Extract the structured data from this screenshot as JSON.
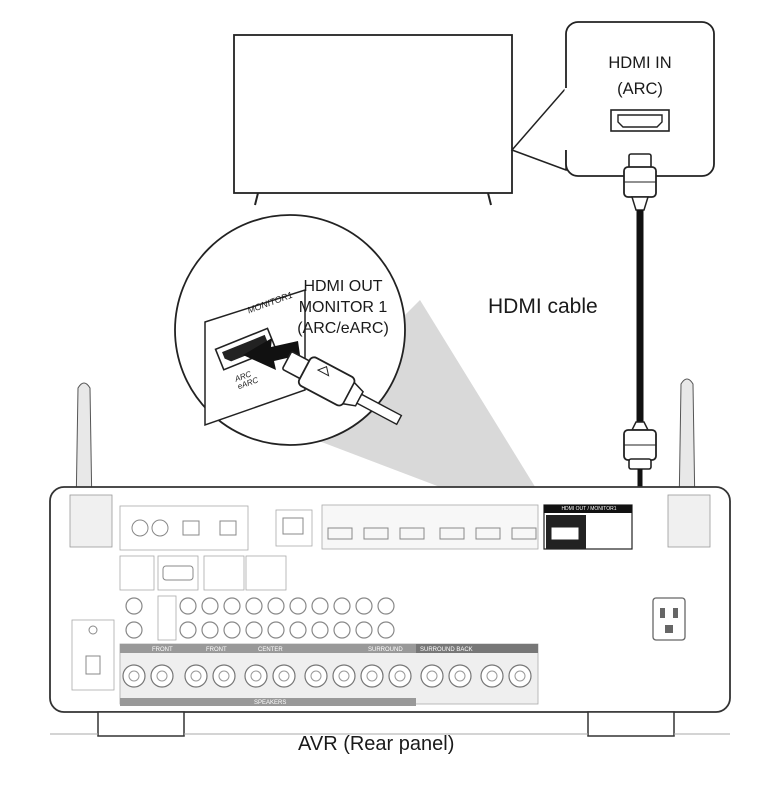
{
  "tv": {
    "port_label_line1": "HDMI IN",
    "port_label_line2": "(ARC)"
  },
  "callout": {
    "line1": "HDMI OUT",
    "line2": "MONITOR 1",
    "line3": "(ARC/eARC)",
    "jack_top": "MONITOR1",
    "jack_side_1": "ARC",
    "jack_side_2": "eARC"
  },
  "cable_label": "HDMI cable",
  "device_label": "AVR (Rear panel)",
  "panel": {
    "front": "FRONT",
    "center": "CENTER",
    "surround": "SURROUND",
    "surround_back": "SURROUND BACK",
    "speakers": "SPEAKERS",
    "hdmi_out_header": "HDMI OUT / MONITOR1"
  }
}
